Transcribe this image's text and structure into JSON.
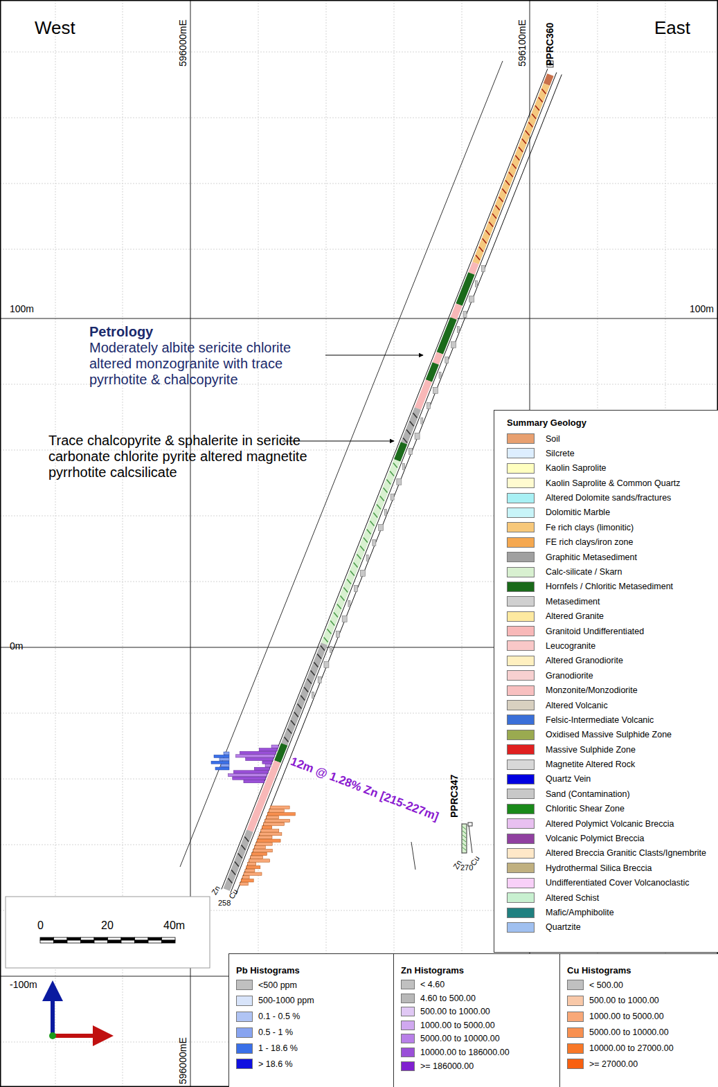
{
  "diagram": {
    "nodes": [
      {
        "text": [
          "Summary Geology"
        ]
      },
      {
        "text": [
          "Pb Histograms"
        ]
      },
      {
        "text": [
          "Zn Histograms"
        ]
      },
      {
        "text": [
          "Cu Histograms"
        ]
      }
    ],
    "labels": [
      "West",
      "East",
      "596000mE",
      "596100mE",
      "PPRC360",
      "100m",
      "100m",
      "0m",
      "-100m",
      "596000mE",
      "Petrology",
      "Moderately albite sericite chlorite altered monzogranite with trace pyrrhotite & chalcopyrite",
      "Trace chalcopyrite & sphalerite in sericite carbonate chlorite pyrite altered magnetite pyrrhotite calcsilicate",
      "12m @ 1.28% Zn [215-227m]",
      "PPRC347",
      "Zn",
      "Cu",
      "258",
      "Zn",
      "Cu",
      "270",
      "0",
      "20",
      "40m"
    ],
    "legend": [
      {
        "text": "Soil",
        "color": "#e8a070"
      },
      {
        "text": "Silcrete",
        "color": "#ddeeff"
      },
      {
        "text": "Kaolin Saprolite",
        "color": "#ffffc0"
      },
      {
        "text": "Kaolin Saprolite & Common Quartz",
        "color": "#fffbd0"
      },
      {
        "text": "Altered Dolomite sands/fractures",
        "color": "#a8f0f4"
      },
      {
        "text": "Dolomitic Marble",
        "color": "#c8f4f8"
      },
      {
        "text": "Fe rich clays (limonitic)",
        "color": "#f7c87a"
      },
      {
        "text": "FE rich clays/iron zone",
        "color": "#f5a850"
      },
      {
        "text": "Graphitic Metasediment",
        "color": "#a0a0a0"
      },
      {
        "text": "Calc-silicate / Skarn",
        "color": "#d8f0d0"
      },
      {
        "text": "Hornfels / Chloritic Metasediment",
        "color": "#1a6a1a"
      },
      {
        "text": "Metasediment",
        "color": "#d0d0d0"
      },
      {
        "text": "Altered Granite",
        "color": "#fde9a0"
      },
      {
        "text": "Granitoid Undifferentiated",
        "color": "#f8b8b8"
      },
      {
        "text": "Leucogranite",
        "color": "#f9c8c8"
      },
      {
        "text": "Altered Granodiorite",
        "color": "#fff0c0"
      },
      {
        "text": "Granodiorite",
        "color": "#f7d0d0"
      },
      {
        "text": "Monzonite/Monzodiorite",
        "color": "#f8c0c0"
      },
      {
        "text": "Altered Volcanic",
        "color": "#d8d0c0"
      },
      {
        "text": "Felsic-Intermediate Volcanic",
        "color": "#3a6fd8"
      },
      {
        "text": "Oxidised Massive Sulphide Zone",
        "color": "#9aaa50"
      },
      {
        "text": "Massive Sulphide Zone",
        "color": "#e02020"
      },
      {
        "text": "Magnetite Altered Rock",
        "color": "#d8d8d8"
      },
      {
        "text": "Quartz Vein",
        "color": "#0000e0"
      },
      {
        "text": "Sand (Contamination)",
        "color": "#c8c8c8"
      },
      {
        "text": "Chloritic Shear Zone",
        "color": "#1a8a1a"
      },
      {
        "text": "Altered Polymict Volcanic Breccia",
        "color": "#e8c0f0"
      },
      {
        "text": "Volcanic Polymict Breccia",
        "color": "#9040a0"
      },
      {
        "text": "Altered Breccia Granitic Clasts/Ignembrite",
        "color": "#ffe8c8"
      },
      {
        "text": "Hydrothermal Silica Breccia",
        "color": "#c0b080"
      },
      {
        "text": "Undifferentiated Cover Volcanoclastic",
        "color": "#f8d0f8"
      },
      {
        "text": "Altered Schist",
        "color": "#c8f0d0"
      },
      {
        "text": "Mafic/Amphibolite",
        "color": "#208080"
      },
      {
        "text": "Quartzite",
        "color": "#a0c0f0"
      },
      {
        "text": "<500 ppm",
        "color": "#c0c0c0"
      },
      {
        "text": "500-1000 ppm",
        "color": "#d8e4fa"
      },
      {
        "text": "0.1 - 0.5 %",
        "color": "#b0c4f4"
      },
      {
        "text": "0.5 - 1 %",
        "color": "#88a4f0"
      },
      {
        "text": "1 - 18.6 %",
        "color": "#3a70e8"
      },
      {
        "text": "> 18.6 %",
        "color": "#1010e0"
      },
      {
        "text": "< 4.60",
        "color": "#c0c0c0"
      },
      {
        "text": "4.60 to 500.00",
        "color": "#b8b8b8"
      },
      {
        "text": "500.00 to 1000.00",
        "color": "#e0c8f4"
      },
      {
        "text": "1000.00 to 5000.00",
        "color": "#d0a8f0"
      },
      {
        "text": "5000.00 to 10000.00",
        "color": "#b880e8"
      },
      {
        "text": "10000.00 to 186000.00",
        "color": "#9a50d8"
      },
      {
        "text": ">= 186000.00",
        "color": "#8020d0"
      },
      {
        "text": "< 500.00",
        "color": "#c0c0c0"
      },
      {
        "text": "500.00 to 1000.00",
        "color": "#f8c8a8"
      },
      {
        "text": "1000.00 to 5000.00",
        "color": "#f8a878"
      },
      {
        "text": "5000.00 to 10000.00",
        "color": "#f89050"
      },
      {
        "text": "10000.00 to 27000.00",
        "color": "#f87828"
      },
      {
        "text": ">= 27000.00",
        "color": "#f86010"
      }
    ]
  }
}
